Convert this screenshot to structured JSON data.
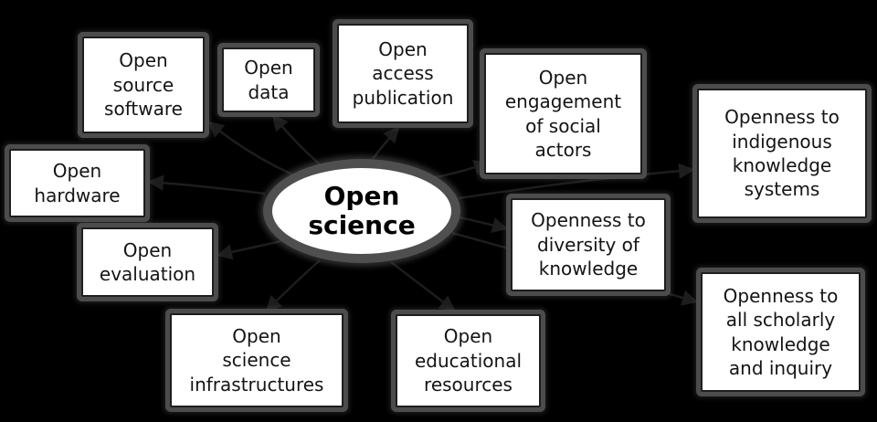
{
  "diagram": {
    "center": {
      "label": "Open\nscience"
    },
    "nodes": [
      {
        "id": "open-source-software",
        "label": "Open\nsource\nsoftware"
      },
      {
        "id": "open-data",
        "label": "Open\ndata"
      },
      {
        "id": "open-access-publication",
        "label": "Open\naccess\npublication"
      },
      {
        "id": "open-engagement-of-social-actors",
        "label": "Open\nengagement\nof social\nactors"
      },
      {
        "id": "openness-to-indigenous-knowledge-systems",
        "label": "Openness to\nindigenous\nknowledge\nsystems"
      },
      {
        "id": "open-hardware",
        "label": "Open\nhardware"
      },
      {
        "id": "open-evaluation",
        "label": "Open\nevaluation"
      },
      {
        "id": "openness-to-diversity-of-knowledge",
        "label": "Openness to\ndiversity of\nknowledge"
      },
      {
        "id": "openness-to-all-scholarly-knowledge-and-inquiry",
        "label": "Openness to\nall scholarly\nknowledge\nand inquiry"
      },
      {
        "id": "open-science-infrastructures",
        "label": "Open\nscience\ninfrastructures"
      },
      {
        "id": "open-educational-resources",
        "label": "Open\neducational\nresources"
      }
    ],
    "colors": {
      "background": "#000000",
      "box_fill": "#ffffff",
      "box_frame": "#4c4c4c",
      "box_border": "#1e1e1e",
      "ellipse_border": "#4f4f4f",
      "text": "#141414",
      "edge": "#1d1d1d"
    }
  }
}
